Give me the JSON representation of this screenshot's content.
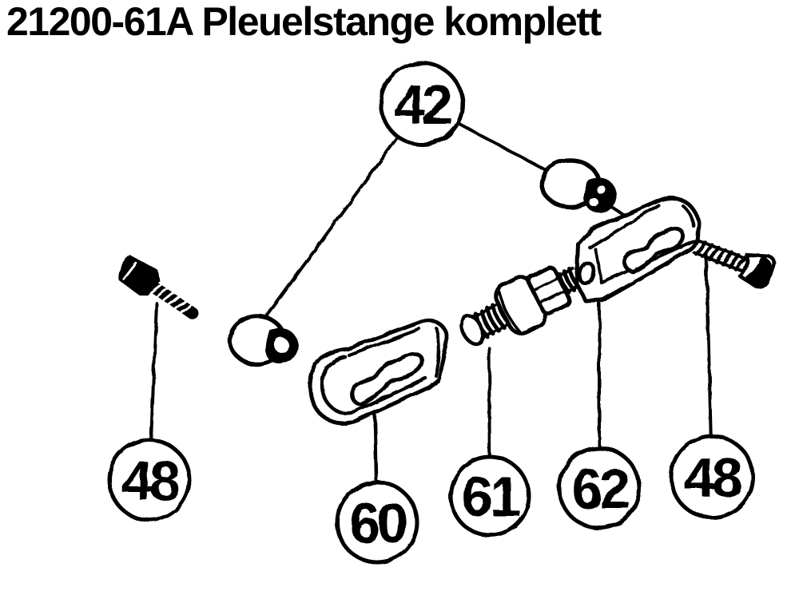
{
  "page": {
    "title": "21200-61A Pleuelstange komplett",
    "background_color": "#ffffff",
    "ink_color": "#000000"
  },
  "diagram": {
    "type": "exploded-parts-drawing",
    "callouts": [
      {
        "label": "42",
        "part": "ball-pin",
        "instances": 2
      },
      {
        "label": "48",
        "part": "clamp-bolt-left"
      },
      {
        "label": "60",
        "part": "connecting-link-front"
      },
      {
        "label": "61",
        "part": "adjuster-screw-with-nut"
      },
      {
        "label": "62",
        "part": "connecting-link-rear"
      },
      {
        "label": "48",
        "part": "clamp-bolt-right"
      }
    ]
  }
}
